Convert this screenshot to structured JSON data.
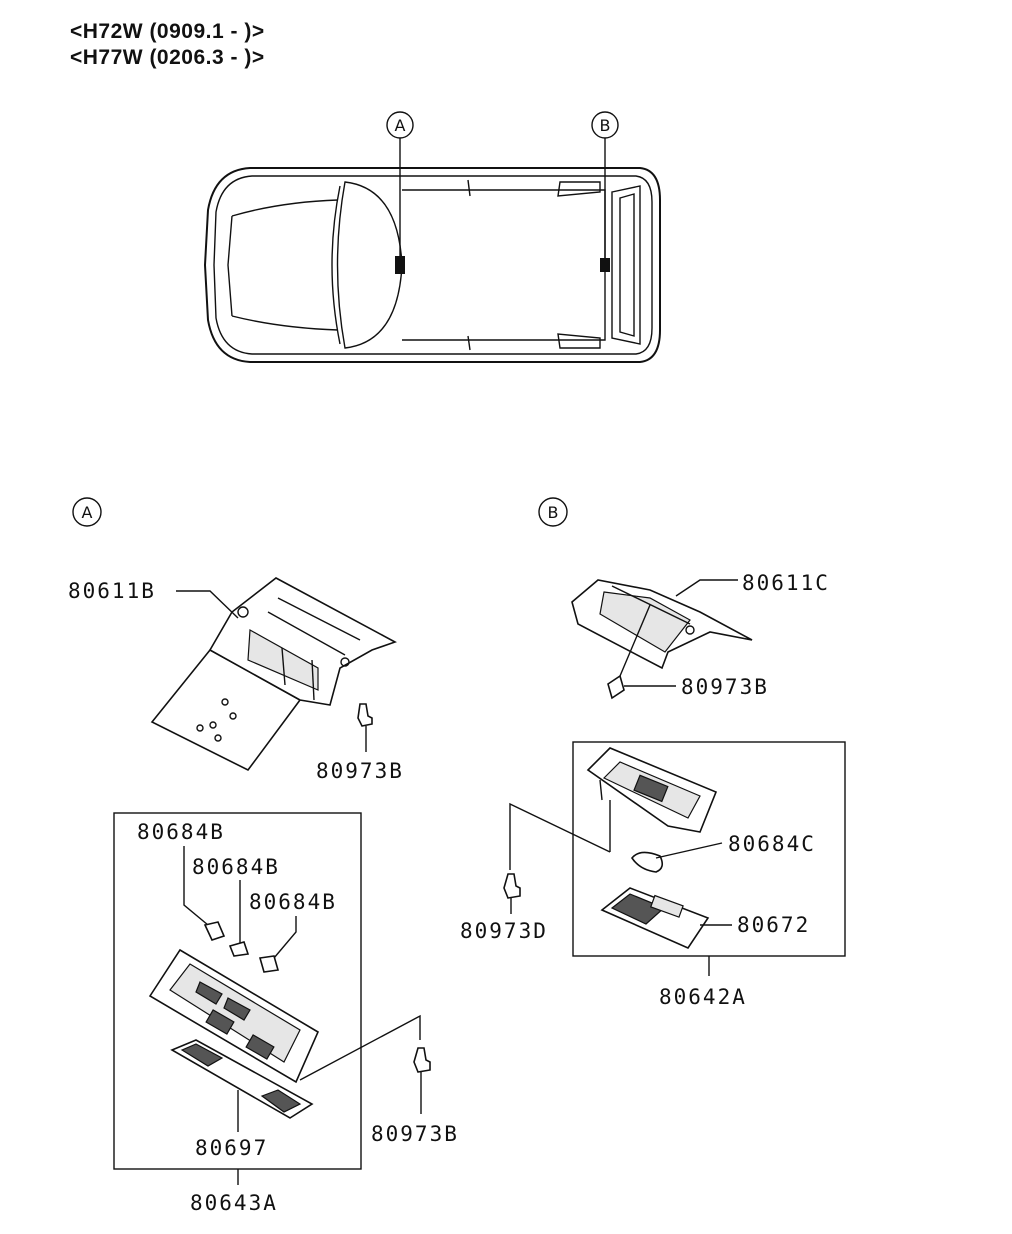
{
  "header": {
    "line1": "<H72W (0909.1 - )>",
    "line2": "<H77W (0206.3 - )>"
  },
  "overview": {
    "marker_a": "A",
    "marker_b": "B"
  },
  "section_a": {
    "marker": "A",
    "labels": {
      "bracket": "80611B",
      "screw_top": "80973B",
      "bulb1": "80684B",
      "bulb2": "80684B",
      "bulb3": "80684B",
      "lens": "80697",
      "screw_side": "80973B",
      "assembly": "80643A"
    }
  },
  "section_b": {
    "marker": "B",
    "labels": {
      "bracket": "80611C",
      "screw_top": "80973B",
      "bulb": "80684C",
      "lens": "80672",
      "screw_side": "80973D",
      "assembly": "80642A"
    }
  }
}
